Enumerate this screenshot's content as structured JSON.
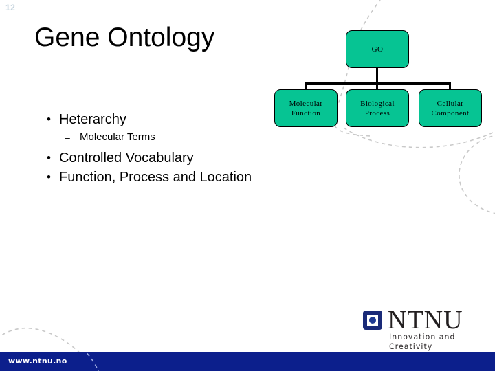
{
  "slide": {
    "number": "12",
    "title": "Gene Ontology"
  },
  "bullets": [
    {
      "level": 1,
      "marker": "•",
      "text": "Heterarchy"
    },
    {
      "level": 2,
      "marker": "–",
      "text": "Molecular Terms"
    },
    {
      "level": 1,
      "marker": "•",
      "text": "Controlled Vocabulary"
    },
    {
      "level": 1,
      "marker": "•",
      "text": "Function, Process and Location"
    }
  ],
  "diagram": {
    "root": {
      "label": "GO"
    },
    "children": [
      {
        "label_line1": "Molecular",
        "label_line2": "Function"
      },
      {
        "label_line1": "Biological",
        "label_line2": "Process"
      },
      {
        "label_line1": "Cellular",
        "label_line2": "Component"
      }
    ],
    "node_fill": "#06C493",
    "node_border": "#000000"
  },
  "logo": {
    "wordmark": "NTNU",
    "tagline": "Innovation and Creativity",
    "mark_color": "#1a2a78"
  },
  "footer": {
    "url": "www.ntnu.no",
    "background": "#0c1f8c"
  },
  "decor": {
    "dash_color": "#c9c9c9",
    "footer_dash_color": "#9aa9e0"
  }
}
